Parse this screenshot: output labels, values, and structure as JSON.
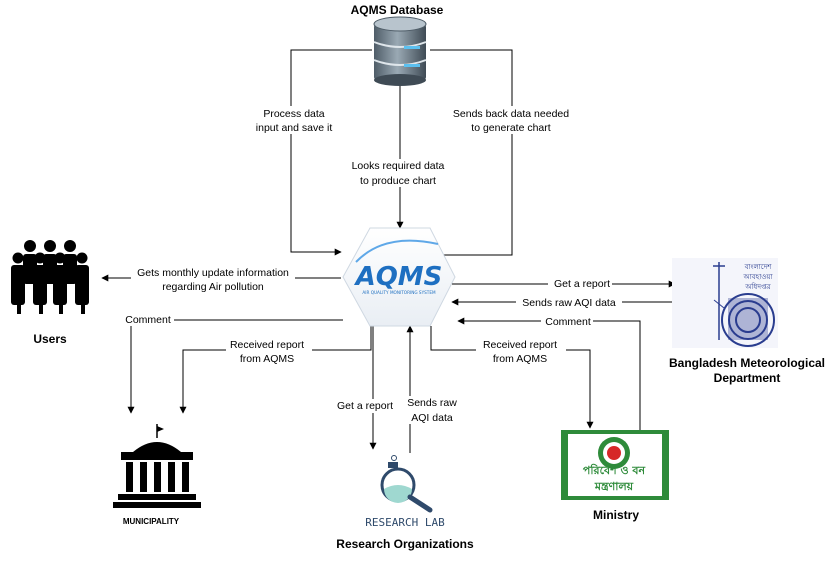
{
  "nodes": {
    "database": {
      "label": "AQMS Database",
      "icon": "database-icon"
    },
    "aqms": {
      "logo_text": "AQMS",
      "logo_subtext": "AIR QUALITY MONITORING SYSTEM",
      "icon": "aqms-logo"
    },
    "users": {
      "label": "Users",
      "icon": "users-group-icon"
    },
    "municipality": {
      "label": "MUNICIPALITY",
      "icon": "municipality-building-icon"
    },
    "research": {
      "label": "Research Organizations",
      "logo_text": "RESEARCH LAB",
      "icon": "research-lab-icon"
    },
    "ministry": {
      "label": "Ministry",
      "logo_line1": "পরিবেশ ও বন",
      "logo_line2": "মন্ত্রণালয়",
      "icon": "ministry-logo"
    },
    "bmd": {
      "label_line1": "Bangladesh Meteorological",
      "label_line2": "Department",
      "logo_line1": "বাংলাদেশ",
      "logo_line2": "আবহাওয়া",
      "logo_line3": "অধিদপ্তর",
      "icon": "bmd-logo"
    }
  },
  "edges": {
    "process_data": {
      "line1": "Process data",
      "line2": "input and save it"
    },
    "looks_required": {
      "line1": "Looks required data",
      "line2": "to produce chart"
    },
    "sends_back": {
      "line1": "Sends back data needed",
      "line2": "to generate chart"
    },
    "monthly_update": {
      "line1": "Gets monthly update information",
      "line2": "regarding Air pollution"
    },
    "comment_municipality": {
      "label": "Comment"
    },
    "received_municipality": {
      "line1": "Received report",
      "line2": "from AQMS"
    },
    "get_report_research": {
      "label": "Get a report"
    },
    "sends_raw_research": {
      "line1": "Sends raw",
      "line2": "AQI data"
    },
    "received_ministry": {
      "line1": "Received report",
      "line2": "from AQMS"
    },
    "get_report_bmd": {
      "label": "Get a report"
    },
    "sends_raw_bmd": {
      "label": "Sends raw AQI data"
    },
    "comment_ministry": {
      "label": "Comment"
    }
  },
  "colors": {
    "aqms_blue": "#1e6fc1",
    "aqms_light": "#5fa8e8",
    "ministry_green": "#2e8b3a",
    "research_navy": "#2f4a6b",
    "bmd_blue": "#2a3d8f",
    "db_gray": "#6f7f8c"
  }
}
